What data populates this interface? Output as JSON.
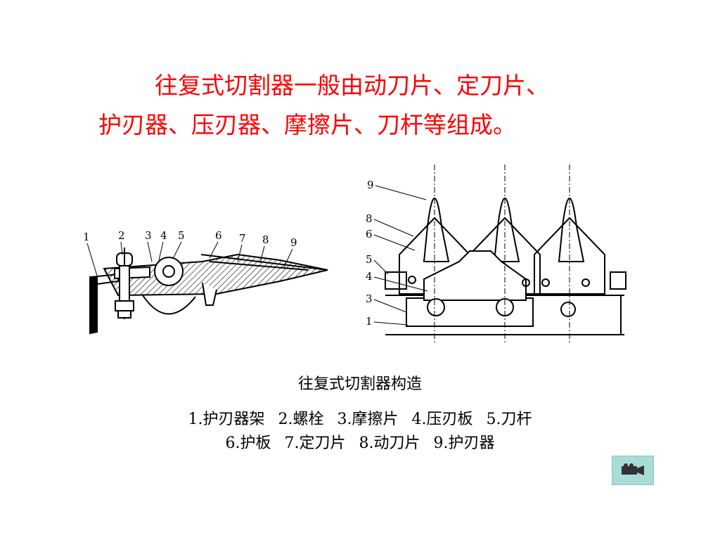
{
  "heading": {
    "line1": "往复式切割器一般由动刀片、定刀片、",
    "line2": "护刃器、压刃器、摩擦片、刀杆等组成。"
  },
  "figure": {
    "left_labels": [
      "1",
      "2",
      "3",
      "4",
      "5",
      "6",
      "7",
      "8",
      "9"
    ],
    "right_labels": [
      "9",
      "8",
      "6",
      "5",
      "4",
      "3",
      "1"
    ]
  },
  "caption": "往复式切割器构造",
  "legend": {
    "row1": [
      "1.护刃器架",
      "2.螺栓",
      "3.摩擦片",
      "4.压刃板",
      "5.刀杆"
    ],
    "row2": [
      "6.护板",
      "7.定刀片",
      "8.动刀片",
      "9.护刃器"
    ]
  },
  "nav": {
    "icon": "camera-icon",
    "color": "#a9dcd7"
  }
}
